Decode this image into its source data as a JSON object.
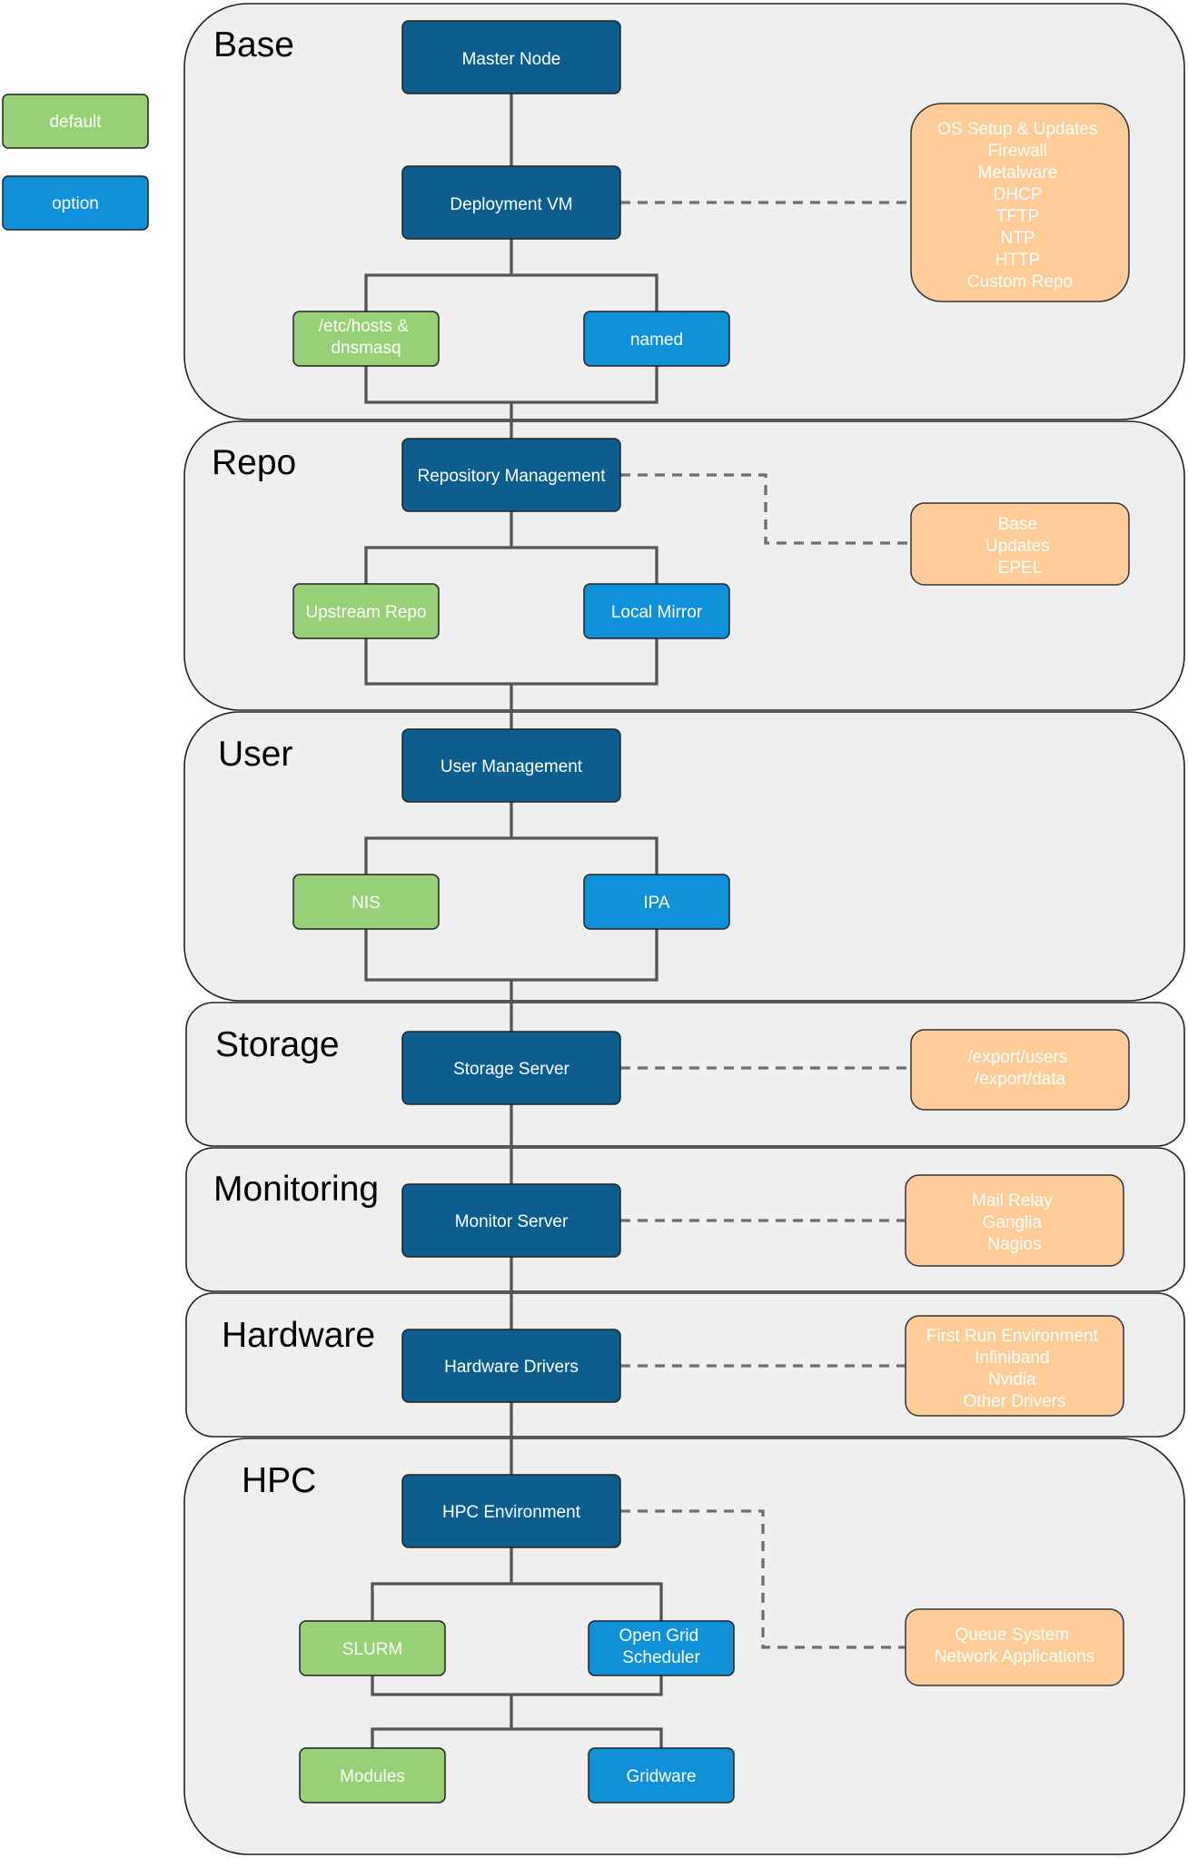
{
  "colors": {
    "main": "#0d5d8f",
    "default": "#97d077",
    "option": "#1090d8",
    "note": "#ffcc99",
    "band": "#efefef"
  },
  "legend": {
    "default": "default",
    "option": "option"
  },
  "bands": {
    "base": "Base",
    "repo": "Repo",
    "user": "User",
    "storage": "Storage",
    "monitoring": "Monitoring",
    "hardware": "Hardware",
    "hpc": "HPC"
  },
  "nodes": {
    "master": [
      "Master Node"
    ],
    "deploy": [
      "Deployment VM"
    ],
    "hosts": [
      "/etc/hosts &",
      "dnsmasq"
    ],
    "named": [
      "named"
    ],
    "repo": [
      "Repository Management"
    ],
    "upstream": [
      "Upstream Repo"
    ],
    "mirror": [
      "Local Mirror"
    ],
    "user": [
      "User Management"
    ],
    "nis": [
      "NIS"
    ],
    "ipa": [
      "IPA"
    ],
    "storage": [
      "Storage Server"
    ],
    "monitor": [
      "Monitor Server"
    ],
    "hardware": [
      "Hardware Drivers"
    ],
    "hpc": [
      "HPC Environment"
    ],
    "slurm": [
      "SLURM"
    ],
    "ogs": [
      "Open Grid",
      "Scheduler"
    ],
    "modules": [
      "Modules"
    ],
    "gridware": [
      "Gridware"
    ]
  },
  "notes": {
    "base": [
      "OS Setup & Updates",
      "Firewall",
      "Metalware",
      "DHCP",
      "TFTP",
      "NTP",
      "HTTP",
      "Custom Repo"
    ],
    "repo": [
      "Base",
      "Updates",
      "EPEL"
    ],
    "storage": [
      "/export/users",
      "/export/data"
    ],
    "monitoring": [
      "Mail Relay",
      "Ganglia",
      "Nagios"
    ],
    "hardware": [
      "First Run Environment",
      "Infiniband",
      "Nvidia",
      "Other Drivers"
    ],
    "hpc": [
      "Queue System",
      "Network Applications"
    ]
  }
}
